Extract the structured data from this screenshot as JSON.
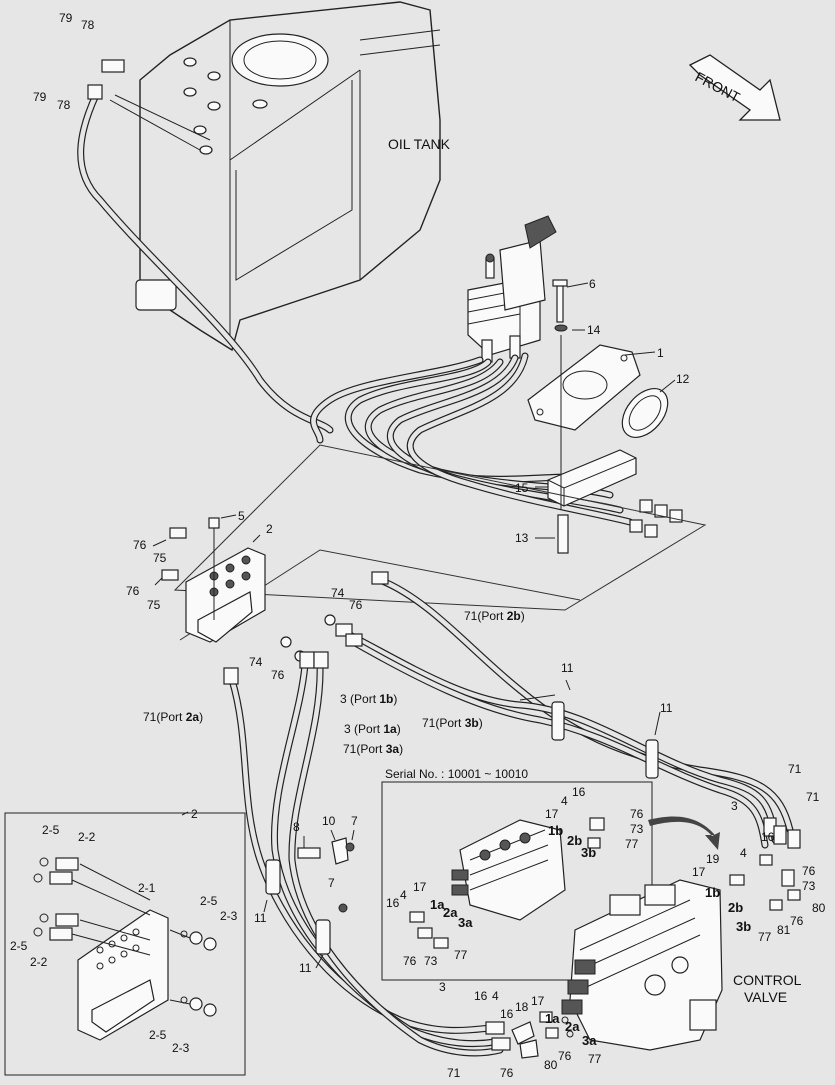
{
  "labels": {
    "oil_tank": "OIL TANK",
    "front": "FRONT",
    "control_valve_line1": "CONTROL",
    "control_valve_line2": "VALVE",
    "serial": "Serial No. : 10001 ~ 10010"
  },
  "part_numbers": {
    "p79a": "79",
    "p78a": "78",
    "p79b": "79",
    "p78b": "78",
    "p6": "6",
    "p14": "14",
    "p1": "1",
    "p12": "12",
    "p15": "15",
    "p13": "13",
    "p5": "5",
    "p2top": "2",
    "p76a": "76",
    "p75a": "75",
    "p76b": "76",
    "p75b": "75",
    "p74a": "74",
    "p76c": "76",
    "p74b": "74",
    "p76d": "76",
    "p11a": "11",
    "p11b": "11",
    "p11c": "11",
    "p11d": "11",
    "p71a": "71",
    "p3a": "3",
    "p71b": "71",
    "p8": "8",
    "p10": "10",
    "p7a": "7",
    "p7b": "7",
    "p2box": "2",
    "p25a": "2-5",
    "p22a": "2-2",
    "p21": "2-1",
    "p25b": "2-5",
    "p23a": "2-3",
    "p25c": "2-5",
    "p22b": "2-2",
    "p25d": "2-5",
    "p23b": "2-3",
    "i16a": "16",
    "i4a": "4",
    "i17a": "17",
    "i76a": "76",
    "i73a": "73",
    "i77a": "77",
    "i1b": "1b",
    "i2b": "2b",
    "i3b": "3b",
    "i16b": "16",
    "i4b": "4",
    "i17b": "17",
    "i1a": "1a",
    "i2a": "2a",
    "i3a": "3a",
    "i76b": "76",
    "i73b": "73",
    "i77b": "77",
    "r16a": "16",
    "r4": "4",
    "r17": "17",
    "r19": "19",
    "r76a": "76",
    "r73": "73",
    "r80": "80",
    "r1b": "1b",
    "r2b": "2b",
    "r3b": "3b",
    "r76b": "76",
    "r81": "81",
    "r77": "77",
    "b3": "3",
    "b16a": "16",
    "b4": "4",
    "b16b": "16",
    "b18": "18",
    "b17": "17",
    "b1a": "1a",
    "b2a": "2a",
    "b3a": "3a",
    "b77": "77",
    "b80": "80",
    "b76a": "76",
    "b71": "71",
    "b76b": "76"
  },
  "port_labels": {
    "p71_2b": {
      "num": "71",
      "open": "(Port ",
      "port": "2b",
      "close": ")"
    },
    "p3_1b": {
      "num": "3",
      "open": " (Port ",
      "port": "1b",
      "close": ")"
    },
    "p71_3b": {
      "num": "71",
      "open": "(Port ",
      "port": "3b",
      "close": ")"
    },
    "p71_2a": {
      "num": "71",
      "open": "(Port ",
      "port": "2a",
      "close": ")"
    },
    "p3_1a": {
      "num": "3",
      "open": " (Port ",
      "port": "1a",
      "close": ")"
    },
    "p71_3a": {
      "num": "71",
      "open": "(Port ",
      "port": "3a",
      "close": ")"
    }
  }
}
